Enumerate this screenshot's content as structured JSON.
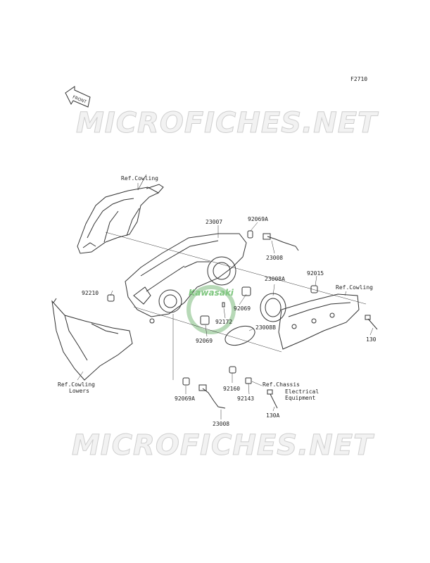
{
  "figure_id": "F2710",
  "front_arrow": "FRONT",
  "watermark": "MICROFICHES.NET",
  "brand_mark": "Kawasaki",
  "labels": {
    "ref_cowling_top": "Ref.Cowling",
    "p23007": "23007",
    "p92069A_top": "92069A",
    "p23008_top": "23008",
    "p92015": "92015",
    "ref_cowling_right": "Ref.Cowling",
    "p23008A": "23008A",
    "p92210": "92210",
    "p92069_a": "92069",
    "p92172": "92172",
    "p23008B": "23008B",
    "p92069_b": "92069",
    "p130": "130",
    "ref_cowling_lowers_1": "Ref.Cowling",
    "ref_cowling_lowers_2": "Lowers",
    "p92160": "92160",
    "ref_chassis_1": "Ref.Chassis",
    "ref_chassis_2": "Electrical",
    "ref_chassis_3": "Equipment",
    "p92143": "92143",
    "p92069A_bottom": "92069A",
    "p130A": "130A",
    "p23008_bottom": "23008"
  }
}
